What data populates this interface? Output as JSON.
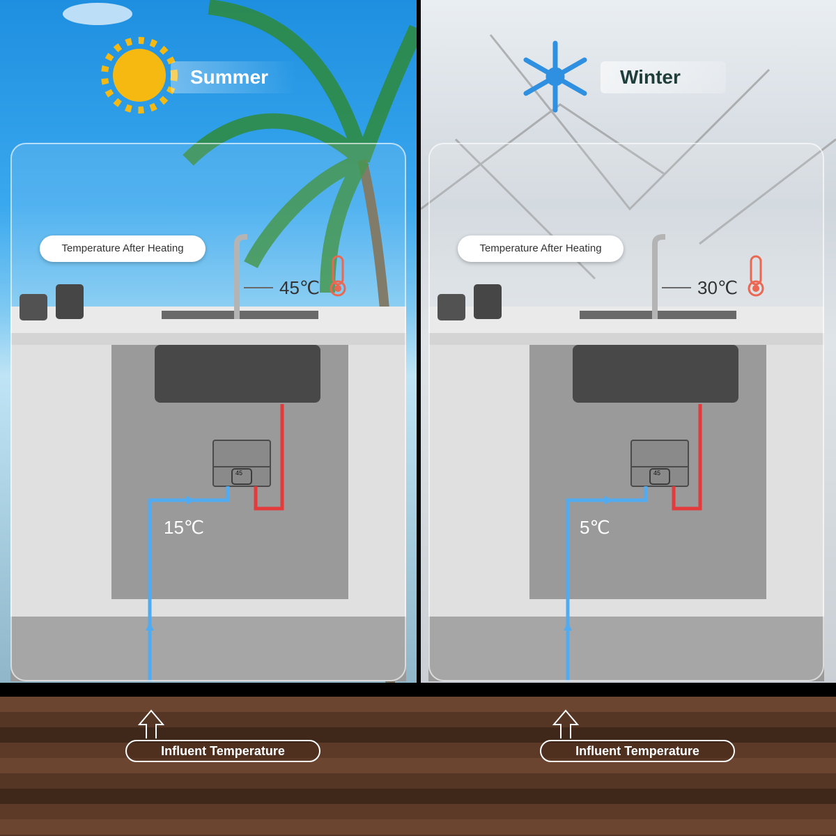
{
  "colors": {
    "hot_pipe": "#e02020",
    "cold_pipe": "#3aa0f0",
    "summer_sky": "#2a98e6",
    "sun": "#f5b912",
    "snowflake": "#2f8fe0",
    "soil": "#5c3a27"
  },
  "summer": {
    "season_label": "Summer",
    "icon": "sun-icon",
    "after_heating_label": "Temperature After Heating",
    "outlet_temp": "45℃",
    "inlet_temp": "15℃",
    "display_reading": "45",
    "influent_label": "Influent Temperature"
  },
  "winter": {
    "season_label": "Winter",
    "icon": "snowflake-icon",
    "after_heating_label": "Temperature After Heating",
    "outlet_temp": "30℃",
    "inlet_temp": "5℃",
    "display_reading": "45",
    "influent_label": "Influent Temperature"
  }
}
